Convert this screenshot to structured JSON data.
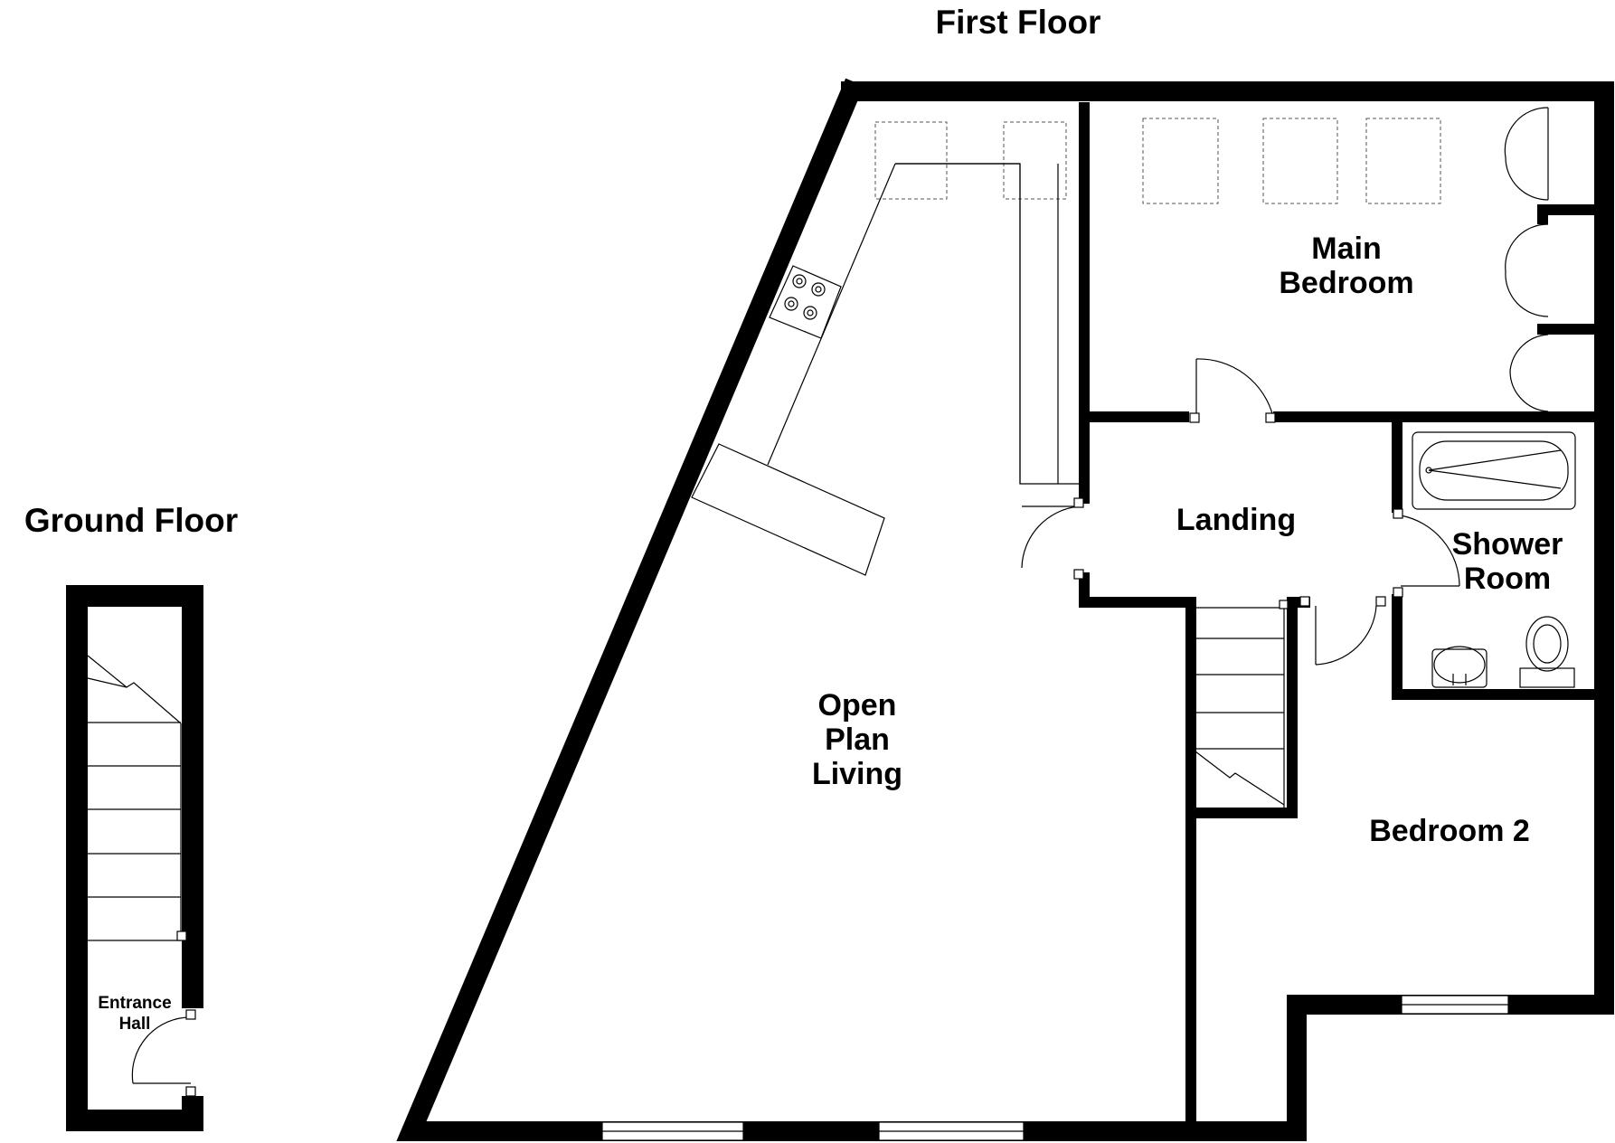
{
  "floors": {
    "first_floor_title": "First Floor",
    "ground_floor_title": "Ground Floor"
  },
  "rooms": {
    "main_bedroom": [
      "Main",
      "Bedroom"
    ],
    "landing": "Landing",
    "shower_room": [
      "Shower",
      "Room"
    ],
    "open_plan_living": [
      "Open",
      "Plan",
      "Living"
    ],
    "bedroom_2": "Bedroom 2",
    "entrance_hall": [
      "Entrance",
      "Hall"
    ]
  }
}
